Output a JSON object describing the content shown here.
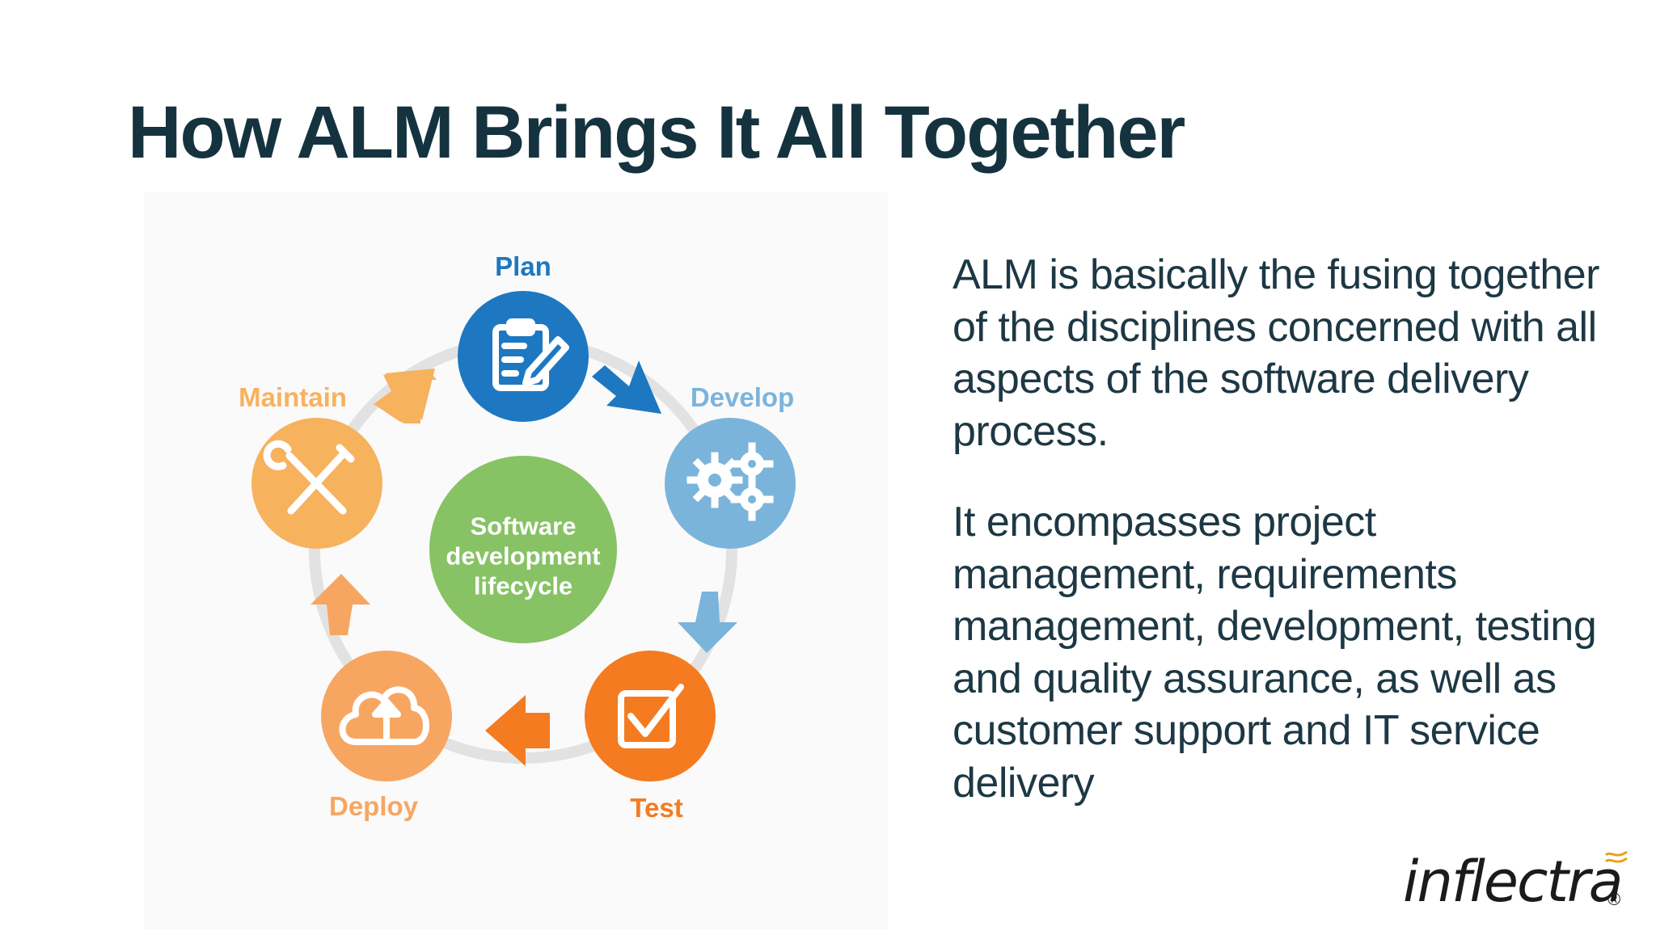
{
  "slide": {
    "title": "How ALM Brings It All Together",
    "paragraph_1": "ALM is basically the fusing together of the disciplines concerned with all aspects of the software delivery process.",
    "paragraph_2": "It encompasses project management, requirements management, development, testing and quality assurance, as well as customer support and IT service delivery"
  },
  "diagram": {
    "center_label_lines": [
      "Software",
      "development",
      "lifecycle"
    ],
    "stages": [
      {
        "label": "Plan",
        "icon": "clipboard-pencil-icon",
        "color": "#1d78c1"
      },
      {
        "label": "Develop",
        "icon": "gears-icon",
        "color": "#7ab4db"
      },
      {
        "label": "Test",
        "icon": "checkbox-icon",
        "color": "#f47b20"
      },
      {
        "label": "Deploy",
        "icon": "cloud-upload-icon",
        "color": "#f7a661"
      },
      {
        "label": "Maintain",
        "icon": "wrench-screwdriver-icon",
        "color": "#f7b25e"
      }
    ],
    "center_color": "#87c264",
    "ring_color": "#e2e2e2"
  },
  "logo": {
    "text": "inflectra",
    "registered": "®",
    "accent_color": "#e8a21f"
  }
}
